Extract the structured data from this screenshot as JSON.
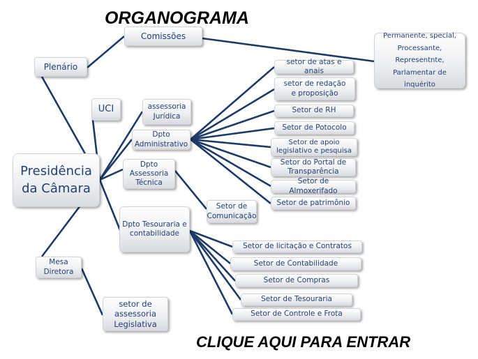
{
  "title": "ORGANOGRAMA",
  "cta": "CLIQUE AQUI PARA ENTRAR",
  "nodes": {
    "comissoes": "Comissões",
    "plenario": "Plenário",
    "comissoes_tipos": [
      "Permanente, special,",
      "Processante,",
      "Representnte,",
      "Parlamentar de inquérito"
    ],
    "uci": "UCI",
    "assessoria_juridica": "assessoria Jurídica",
    "dpto_administrativo": "Dpto Administrativo",
    "presidencia": "Presidência da Câmara",
    "dpto_assessoria_tecnica": "Dpto Assessoria Técnica",
    "setor_comunicacao": "Setor de Comunicação",
    "dpto_tesouraria": "Dpto Tesouraria  e contabilidade",
    "mesa_diretora": "Mesa Diretora",
    "setor_assessoria_legislativa": "setor de assessoria Legislativa"
  },
  "administrativo_setores": [
    "setor de atas e anais",
    "setor de redação e proposição",
    "Setor de RH",
    "Setor de Potocolo",
    "Setor de apoio legislativo e pesquisa",
    "Setor do Portal de Transparência",
    "Setor de Almoxerifado",
    "Setor de patrimônio"
  ],
  "tesouraria_setores": [
    "Setor de licitação e Contratos",
    "Setor de Contabilidade",
    "Setor de Compras",
    "Setor de Tesouraria",
    "Setor de Controle e Frota"
  ]
}
